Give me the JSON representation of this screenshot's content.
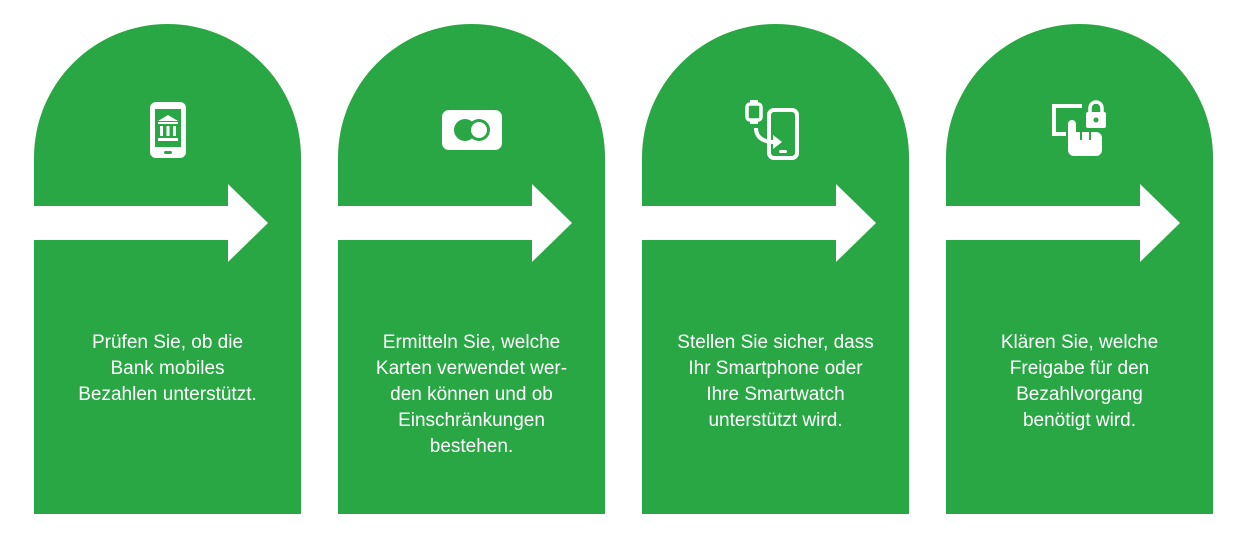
{
  "colors": {
    "step_background": "#29a744",
    "foreground": "#ffffff",
    "page_background": "#ffffff"
  },
  "steps": [
    {
      "icon": "mobile-bank-icon",
      "text": "Prüfen Sie, ob die\nBank mobiles\nBezahlen unterstützt."
    },
    {
      "icon": "payment-card-icon",
      "text": "Ermitteln Sie, welche\nKarten verwendet wer-\nden können und ob\nEinschränkungen\nbestehen."
    },
    {
      "icon": "smartwatch-phone-icon",
      "text": "Stellen Sie sicher, dass\nIhr Smartphone oder\nIhre Smartwatch\nunterstützt wird."
    },
    {
      "icon": "touch-lock-icon",
      "text": "Klären Sie, welche\nFreigabe für den\nBezahlvorgang\nbenötigt wird."
    }
  ]
}
